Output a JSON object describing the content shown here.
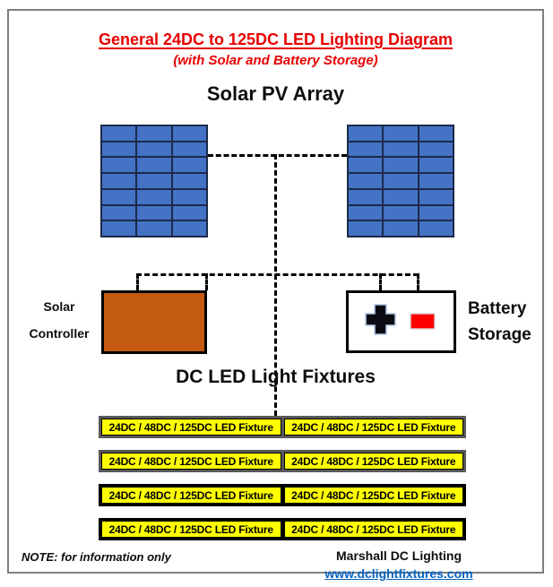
{
  "header": {
    "title": "General 24DC to 125DC LED Lighting Diagram",
    "subtitle": "(with Solar and Battery Storage)"
  },
  "solar": {
    "heading": "Solar PV Array",
    "grid": {
      "cols": 3,
      "rows": 7
    },
    "panel_count": 2
  },
  "controller": {
    "label_line1": "Solar",
    "label_line2": "Controller"
  },
  "battery": {
    "label_line1": "Battery",
    "label_line2": "Storage",
    "plus_icon": "battery-plus-icon",
    "minus_icon": "battery-minus-icon"
  },
  "fixtures": {
    "heading": "DC LED Light Fixtures",
    "rows": [
      {
        "cells": [
          {
            "label": "24DC / 48DC / 125DC LED Fixture"
          },
          {
            "label": "24DC / 48DC / 125DC LED Fixture"
          }
        ]
      },
      {
        "cells": [
          {
            "label": "24DC / 48DC / 125DC LED Fixture"
          },
          {
            "label": "24DC / 48DC / 125DC LED Fixture"
          }
        ]
      },
      {
        "cells": [
          {
            "label": "24DC / 48DC / 125DC LED Fixture"
          },
          {
            "label": "24DC / 48DC / 125DC LED Fixture"
          }
        ]
      },
      {
        "cells": [
          {
            "label": "24DC / 48DC / 125DC LED Fixture"
          },
          {
            "label": "24DC / 48DC / 125DC LED Fixture"
          }
        ]
      }
    ]
  },
  "footer": {
    "note": "NOTE: for information only",
    "company": "Marshall DC Lighting",
    "website": "www.dclightfixtures.com"
  },
  "colors": {
    "title_red": "#E80000",
    "panel_blue": "#4472C4",
    "panel_border": "#1B2A4A",
    "controller_orange": "#C55A11",
    "fixture_yellow": "#FFFF00",
    "battery_minus_red": "#FF0000",
    "link_blue": "#0563C1",
    "row_border_gray": "#595959"
  }
}
